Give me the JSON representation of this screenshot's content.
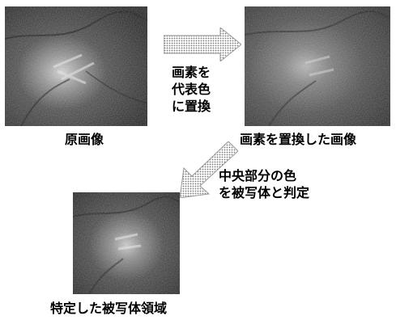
{
  "images": {
    "original": {
      "caption": "原画像"
    },
    "replaced": {
      "caption": "画素を置換した画像"
    },
    "specified": {
      "caption": "特定した被写体領域"
    }
  },
  "steps": {
    "replace": {
      "lines": [
        "画素を",
        "代表色",
        "に置換"
      ]
    },
    "judge": {
      "lines": [
        "中央部分の色",
        "を被写体と判定"
      ]
    }
  },
  "colors": {
    "arrow_fill": "#c8c8c8",
    "image_dark": "#2a2a2a",
    "text": "#000000"
  }
}
